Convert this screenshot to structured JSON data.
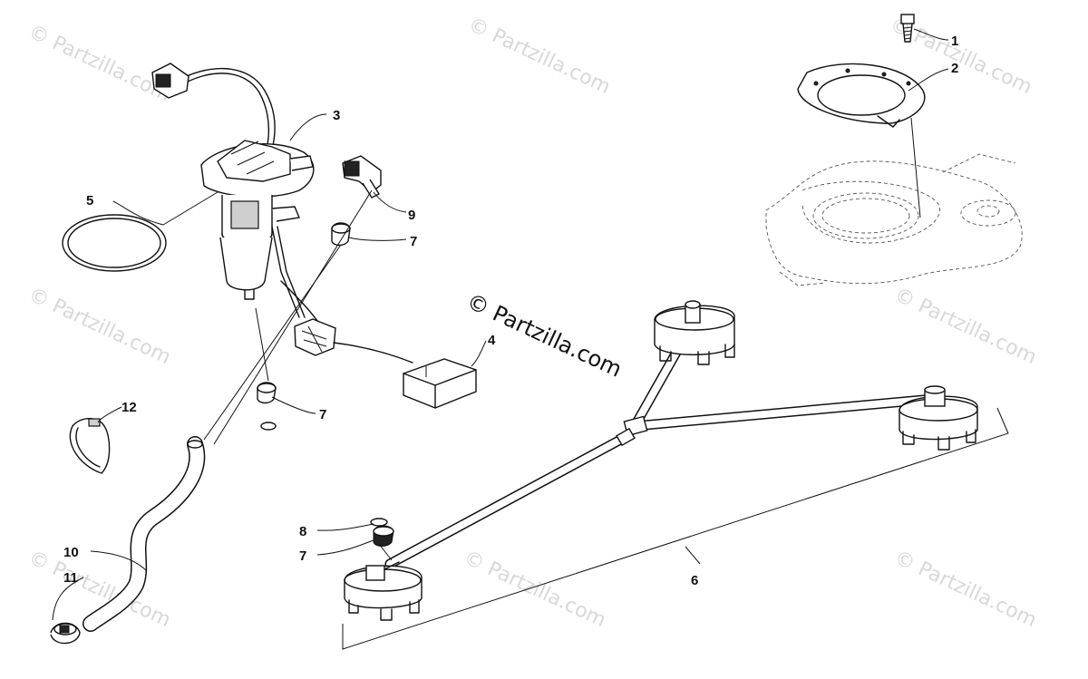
{
  "watermark": "© Partzilla.com",
  "center_watermark": "© Partzilla.com",
  "callouts": [
    "1",
    "2",
    "3",
    "4",
    "5",
    "6",
    "7",
    "7",
    "7",
    "8",
    "9",
    "10",
    "11",
    "12"
  ]
}
